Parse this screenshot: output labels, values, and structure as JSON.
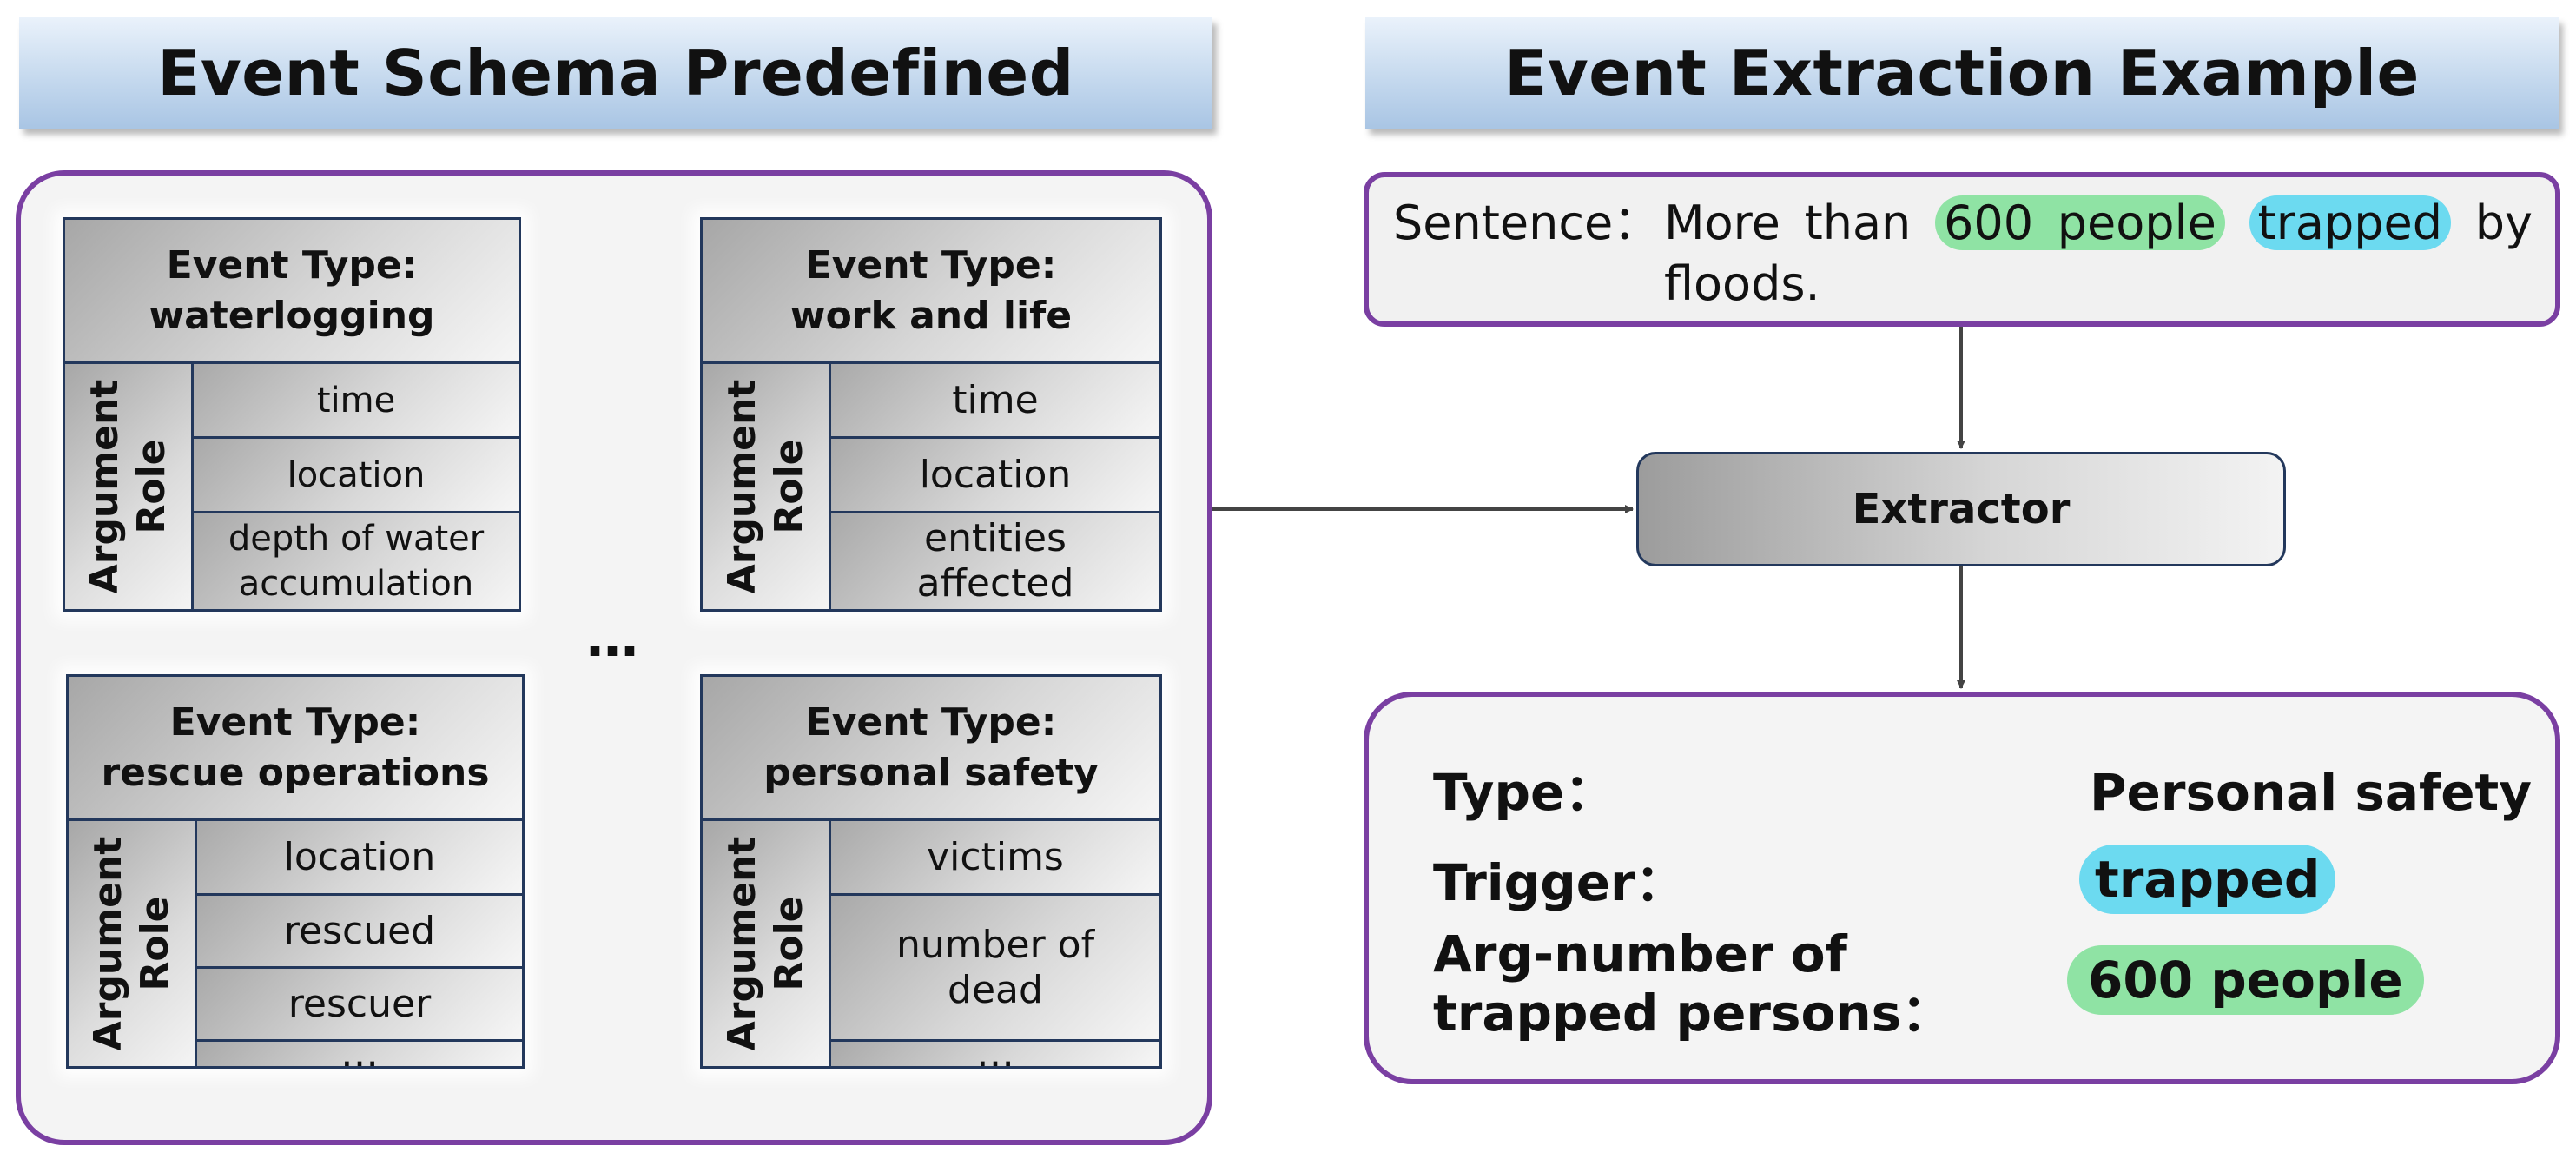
{
  "headers": {
    "left": "Event Schema Predefined",
    "right": "Event Extraction Example"
  },
  "schema": {
    "role_label_line1": "Argument",
    "role_label_line2": "Role",
    "ellipsis": "…",
    "cards": [
      {
        "title_line1": "Event Type:",
        "title_line2": "waterlogging",
        "roles": [
          "time",
          "location",
          "depth of water accumulation"
        ]
      },
      {
        "title_line1": "Event Type:",
        "title_line2": "work and life",
        "roles": [
          "time",
          "location",
          "entities affected"
        ]
      },
      {
        "title_line1": "Event Type:",
        "title_line2": "rescue operations",
        "roles": [
          "location",
          "rescued",
          "rescuer",
          "…"
        ]
      },
      {
        "title_line1": "Event Type:",
        "title_line2": "personal safety",
        "roles": [
          "victims",
          "number of dead",
          "…"
        ]
      }
    ]
  },
  "example": {
    "sentence_label": "Sentence：",
    "sentence_prefix": "More than",
    "argument_span": "600 people",
    "trigger_span": "trapped",
    "sentence_suffix": "by floods.",
    "extractor": "Extractor",
    "result": {
      "type_label": "Type：",
      "type_value": "Personal safety",
      "trigger_label": "Trigger：",
      "trigger_value": "trapped",
      "arg_label_line1": "Arg-number of",
      "arg_label_line2": "trapped persons：",
      "arg_value": "600 people"
    }
  },
  "colors": {
    "panel_border": "#7a3fa2",
    "argument_highlight": "#8fe3a4",
    "trigger_highlight": "#6cdaf0"
  }
}
